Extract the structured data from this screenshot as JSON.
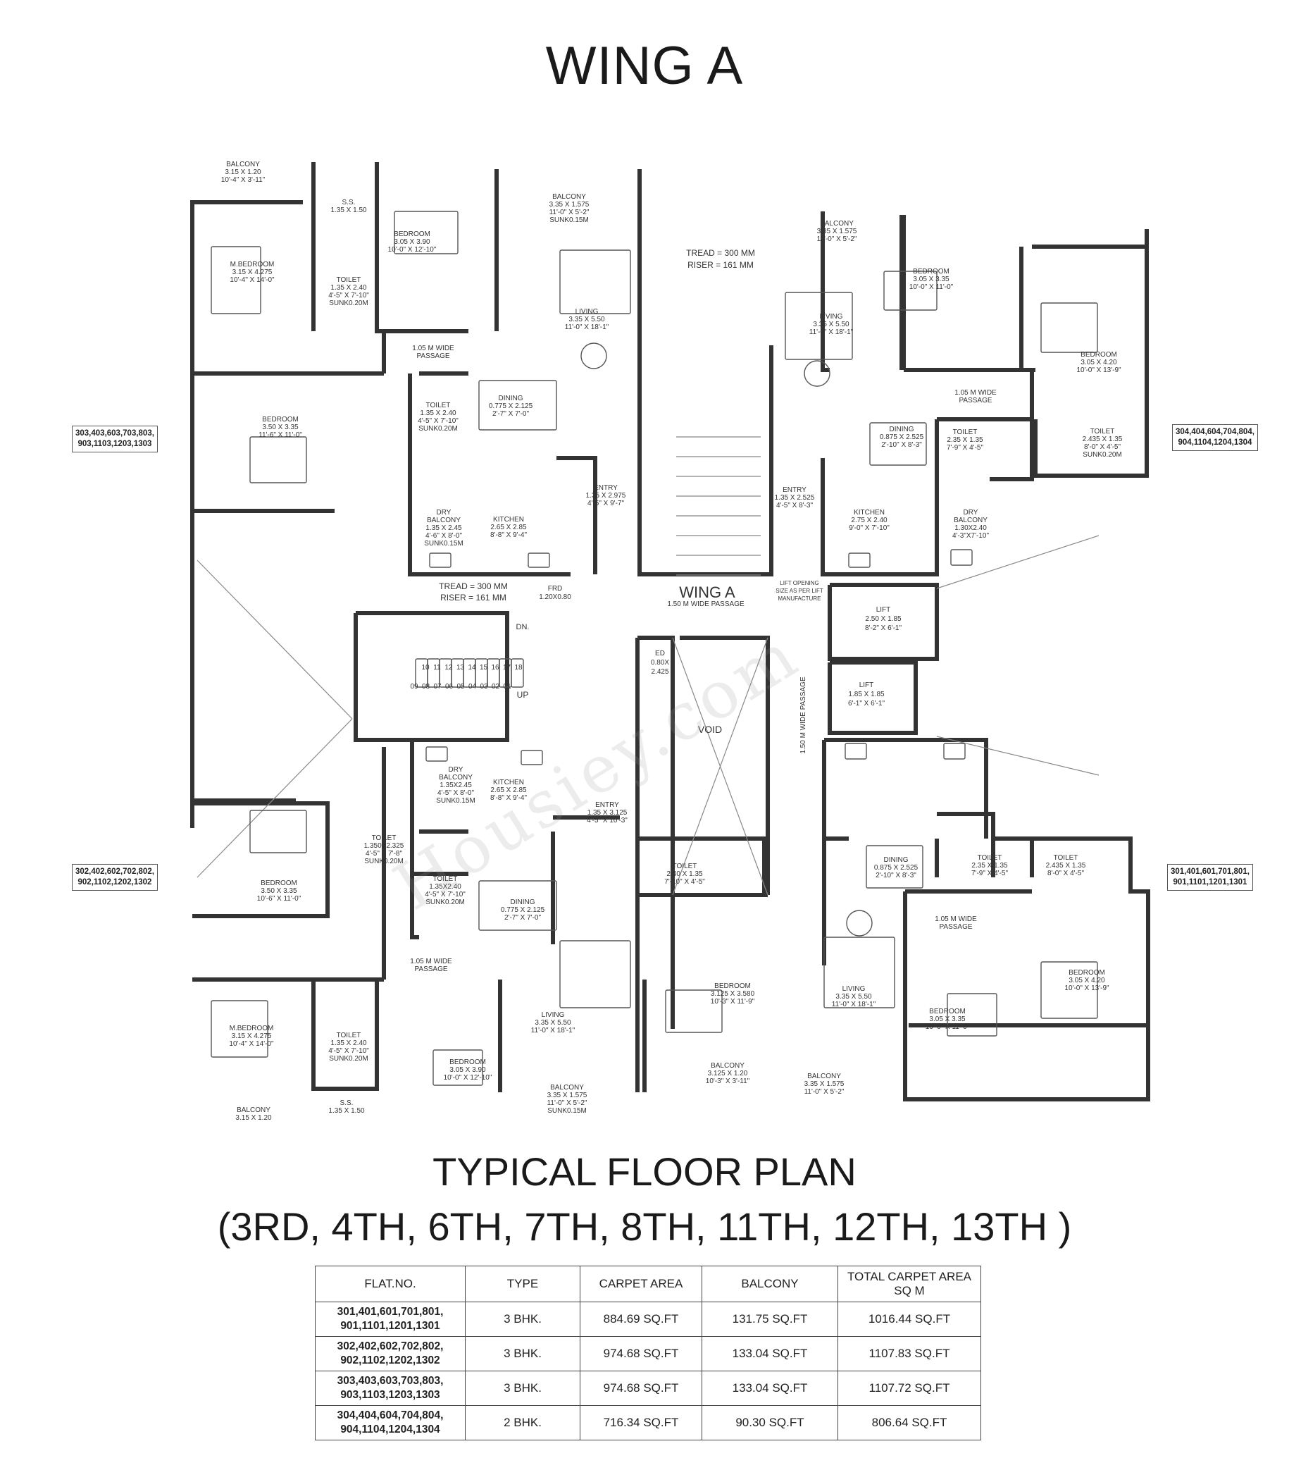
{
  "wing_title": "WING A",
  "plan_title": "TYPICAL FLOOR PLAN",
  "plan_floors": "(3RD, 4TH, 6TH, 7TH, 8TH, 11TH, 12TH, 13TH )",
  "watermark": "Housiey.com",
  "core": {
    "wing_label": "WING A",
    "passage_150": "1.50 M WIDE PASSAGE",
    "passage_150_vertical": "1.50 M WIDE PASSAGE",
    "stair_top_tread": "TREAD = 300 MM",
    "stair_top_riser": "RISER = 161 MM",
    "stair_mid_tread": "TREAD = 300 MM",
    "stair_mid_riser": "RISER = 161 MM",
    "frd": "FRD",
    "frd_size": "1.20X0.80",
    "dn": "DN.",
    "up": "UP",
    "steps_top": [
      "10",
      "11",
      "12",
      "13",
      "14",
      "15",
      "16",
      "17",
      "18"
    ],
    "steps_bottom": [
      "09",
      "08",
      "07",
      "06",
      "05",
      "04",
      "03",
      "02",
      "01"
    ],
    "lift_note_1": "LIFT OPENING",
    "lift_note_2": "SIZE AS PER LIFT",
    "lift_note_3": "MANUFACTURE",
    "lift1": "LIFT",
    "lift1_size": "2.50 X 1.85",
    "lift1_imp": "8'-2\" X 6'-1\"",
    "lift2": "LIFT",
    "lift2_size": "1.85 X 1.85",
    "lift2_imp": "6'-1\" X 6'-1\"",
    "void": "VOID",
    "ed": "ED",
    "ed_size_1": "0.80X",
    "ed_size_2": "2.425"
  },
  "flat_lists": {
    "top_left": [
      "303,403,603,703,803,",
      "903,1103,1203,1303"
    ],
    "top_right": [
      "304,404,604,704,804,",
      "904,1104,1204,1304"
    ],
    "bottom_left": [
      "302,402,602,702,802,",
      "902,1102,1202,1302"
    ],
    "bottom_right": [
      "301,401,601,701,801,",
      "901,1101,1201,1301"
    ]
  },
  "rooms": {
    "tl_balcony": [
      "BALCONY",
      "3.15 X 1.20",
      "10'-4\" X 3'-11\""
    ],
    "tl_ss": [
      "S.S.",
      "1.35 X 1.50"
    ],
    "tl_bedroom2": [
      "BEDROOM",
      "3.05 X 3.90",
      "10'-0\" X 12'-10\""
    ],
    "tl_balcony2": [
      "BALCONY",
      "3.35 X 1.575",
      "11'-0\" X 5'-2\"",
      "SUNK0.15M"
    ],
    "tl_mbed": [
      "M.BEDROOM",
      "3.15 X 4.275",
      "10'-4\" X 14'-0\""
    ],
    "tl_toilet": [
      "TOILET",
      "1.35 X 2.40",
      "4'-5\" X 7'-10\"",
      "SUNK0.20M"
    ],
    "tl_living": [
      "LIVING",
      "3.35 X 5.50",
      "11'-0\" X 18'-1\""
    ],
    "tl_passage": [
      "1.05 M WIDE",
      "PASSAGE"
    ],
    "tl_bedroom3": [
      "BEDROOM",
      "3.50 X 3.35",
      "11'-6\" X 11'-0\""
    ],
    "tl_toilet2": [
      "TOILET",
      "1.35 X 2.40",
      "4'-5\" X 7'-10\"",
      "SUNK0.20M"
    ],
    "tl_dining": [
      "DINING",
      "0.775 X 2.125",
      "2'-7\" X 7'-0\""
    ],
    "tl_entry": [
      "ENTRY",
      "1.35 X 2.975",
      "4'-5\" X 9'-7\""
    ],
    "tl_dry": [
      "DRY",
      "BALCONY",
      "1.35 X 2.45",
      "4'-6\" X 8'-0\"",
      "SUNK0.15M"
    ],
    "tl_kitchen": [
      "KITCHEN",
      "2.65 X 2.85",
      "8'-8\" X 9'-4\""
    ],
    "tr_balcony": [
      "BALCONY",
      "3.35 X 1.575",
      "11'-0\" X 5'-2\""
    ],
    "tr_living": [
      "LIVING",
      "3.35 X 5.50",
      "11'-0\" X 18'-1\""
    ],
    "tr_bedroom1": [
      "BEDROOM",
      "3.05 X 3.35",
      "10'-0\" X 11'-0\""
    ],
    "tr_bedroom2": [
      "BEDROOM",
      "3.05 X 4.20",
      "10'-0\" X 13'-9\""
    ],
    "tr_passage": [
      "1.05 M WIDE",
      "PASSAGE"
    ],
    "tr_dining": [
      "DINING",
      "0.875 X 2.525",
      "2'-10\" X 8'-3\""
    ],
    "tr_toilet1": [
      "TOILET",
      "2.35 X 1.35",
      "7'-9\" X 4'-5\""
    ],
    "tr_toilet2": [
      "TOILET",
      "2.435 X 1.35",
      "8'-0\" X 4'-5\"",
      "SUNK0.20M"
    ],
    "tr_entry": [
      "ENTRY",
      "1.35 X 2.525",
      "4'-5\" X 8'-3\""
    ],
    "tr_kitchen": [
      "KITCHEN",
      "2.75 X 2.40",
      "9'-0\" X 7'-10\""
    ],
    "tr_dry": [
      "DRY",
      "BALCONY",
      "1.30X2.40",
      "4'-3\"X7'-10\""
    ],
    "bl_dry": [
      "DRY",
      "BALCONY",
      "1.35X2.45",
      "4'-5\" X 8'-0\"",
      "SUNK0.15M"
    ],
    "bl_kitchen": [
      "KITCHEN",
      "2.65 X 2.85",
      "8'-8\" X 9'-4\""
    ],
    "bl_entry": [
      "ENTRY",
      "1.35 X 3.125",
      "4'-5\" X 10'-3\""
    ],
    "bl_toilet1": [
      "TOILET",
      "1.350X2.325",
      "4'-5\" X 7'-8\"",
      "SUNK0.20M"
    ],
    "bl_toilet2": [
      "TOILET",
      "1.35X2.40",
      "4'-5\" X 7'-10\"",
      "SUNK0.20M"
    ],
    "bl_dining": [
      "DINING",
      "0.775 X 2.125",
      "2'-7\" X 7'-0\""
    ],
    "bl_bedroom1": [
      "BEDROOM",
      "3.50 X 3.35",
      "10'-6\" X 11'-0\""
    ],
    "bl_passage": [
      "1.05 M WIDE",
      "PASSAGE"
    ],
    "bl_mbed": [
      "M.BEDROOM",
      "3.15 X 4.275",
      "10'-4\" X 14'-0\""
    ],
    "bl_toilet3": [
      "TOILET",
      "1.35 X 2.40",
      "4'-5\" X 7'-10\"",
      "SUNK0.20M"
    ],
    "bl_living": [
      "LIVING",
      "3.35 X 5.50",
      "11'-0\" X 18'-1\""
    ],
    "bl_bedroom2": [
      "BEDROOM",
      "3.05 X 3.90",
      "10'-0\" X 12'-10\""
    ],
    "bl_balcony": [
      "BALCONY",
      "3.35 X 1.575",
      "11'-0\" X 5'-2\"",
      "SUNK0.15M"
    ],
    "bl_ss": [
      "S.S.",
      "1.35 X 1.50"
    ],
    "bl_balcony2": [
      "BALCONY",
      "3.15 X 1.20"
    ],
    "br_toilet0": [
      "TOILET",
      "2.40 X 1.35",
      "7'-10\" X 4'-5\""
    ],
    "br_bedroom0": [
      "BEDROOM",
      "3.125 X 3.580",
      "10'-3\" X 11'-9\""
    ],
    "br_balcony0": [
      "BALCONY",
      "3.125 X 1.20",
      "10'-3\" X 3'-11\""
    ],
    "br_dining": [
      "DINING",
      "0.875 X 2.525",
      "2'-10\" X 8'-3\""
    ],
    "br_toilet1": [
      "TOILET",
      "2.35 X 1.35",
      "7'-9\" X 4'-5\""
    ],
    "br_toilet2": [
      "TOILET",
      "2.435 X 1.35",
      "8'-0\" X 4'-5\""
    ],
    "br_passage": [
      "1.05 M WIDE",
      "PASSAGE"
    ],
    "br_living": [
      "LIVING",
      "3.35 X 5.50",
      "11'-0\" X 18'-1\""
    ],
    "br_bedroom1": [
      "BEDROOM",
      "3.05 X 3.35",
      "10'-0\" X 11'-0\""
    ],
    "br_bedroom2": [
      "BEDROOM",
      "3.05 X 4.20",
      "10'-0\" X 13'-9\""
    ],
    "br_balcony": [
      "BALCONY",
      "3.35 X 1.575",
      "11'-0\" X 5'-2\""
    ]
  },
  "table": {
    "headers": [
      "FLAT.NO.",
      "TYPE",
      "CARPET AREA",
      "BALCONY",
      "TOTAL CARPET AREA SQ M"
    ],
    "rows": [
      {
        "flat": [
          "301,401,601,701,801,",
          "901,1101,1201,1301"
        ],
        "type": "3 BHK.",
        "carpet": "884.69 SQ.FT",
        "balcony": "131.75 SQ.FT",
        "total": "1016.44 SQ.FT"
      },
      {
        "flat": [
          "302,402,602,702,802,",
          "902,1102,1202,1302"
        ],
        "type": "3 BHK.",
        "carpet": "974.68 SQ.FT",
        "balcony": "133.04 SQ.FT",
        "total": "1107.83 SQ.FT"
      },
      {
        "flat": [
          "303,403,603,703,803,",
          "903,1103,1203,1303"
        ],
        "type": "3 BHK.",
        "carpet": "974.68 SQ.FT",
        "balcony": "133.04 SQ.FT",
        "total": "1107.72 SQ.FT"
      },
      {
        "flat": [
          "304,404,604,704,804,",
          "904,1104,1204,1304"
        ],
        "type": "2 BHK.",
        "carpet": "716.34 SQ.FT",
        "balcony": "90.30 SQ.FT",
        "total": "806.64 SQ.FT"
      }
    ]
  }
}
